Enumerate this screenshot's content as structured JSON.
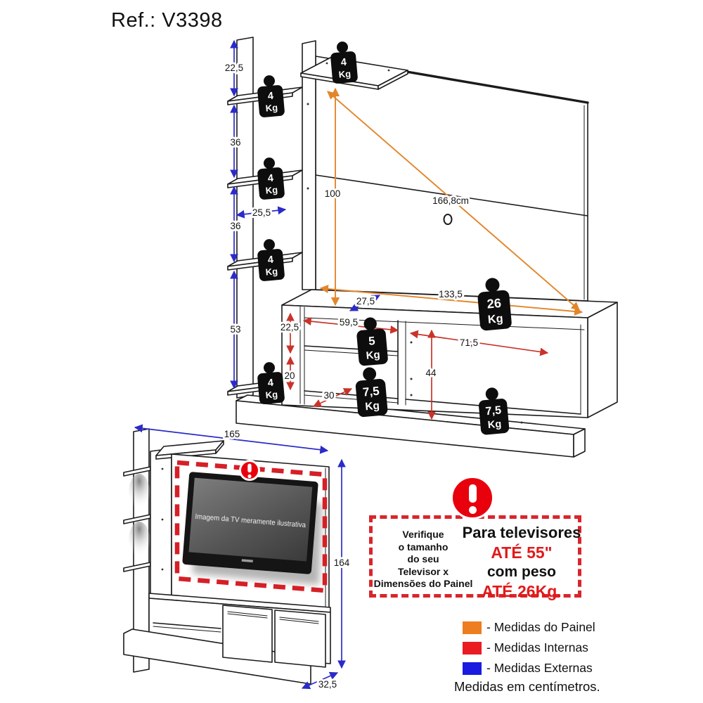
{
  "title": "Ref.: V3398",
  "colors": {
    "external_blue": "#2b2bc8",
    "internal_red": "#c8332a",
    "panel_orange": "#e2862b",
    "warning_red": "#e8000d",
    "legend_orange": "#ed7d1f",
    "legend_red": "#eb1b22",
    "legend_blue": "#1a1ae0"
  },
  "main_view": {
    "external_dims": {
      "top": "22,5",
      "upper_gap": "36",
      "middle_gap": "36",
      "lower_gap": "53",
      "shelf_width": "25,5",
      "top_depth": "27,5"
    },
    "panel_dims": {
      "height": "100",
      "diagonal": "166,8cm",
      "width": "133,5"
    },
    "internal_dims": {
      "shelf_height": "22,5",
      "shelf_width": "59,5",
      "lower_height": "20",
      "lower_depth": "30",
      "right_height": "44",
      "right_width": "71,5"
    },
    "weights": [
      {
        "value": "4",
        "unit": "Kg"
      },
      {
        "value": "4",
        "unit": "Kg"
      },
      {
        "value": "4",
        "unit": "Kg"
      },
      {
        "value": "4",
        "unit": "Kg"
      },
      {
        "value": "4",
        "unit": "Kg"
      },
      {
        "value": "26",
        "unit": "Kg"
      },
      {
        "value": "5",
        "unit": "Kg"
      },
      {
        "value": "7,5",
        "unit": "Kg"
      },
      {
        "value": "7,5",
        "unit": "Kg"
      }
    ]
  },
  "front_view": {
    "width": "165",
    "height": "164",
    "depth": "32,5",
    "tv_caption": "Imagem da TV meramente ilustrativa"
  },
  "warning_box": {
    "left_lines": [
      "Verifique",
      "o tamanho",
      "do seu",
      "Televisor x",
      "Dimensões do Painel"
    ],
    "right_line1": "Para televisores",
    "right_line2": "ATÉ 55\"",
    "right_line3": "com peso",
    "right_line4": "ATÉ 26Kg."
  },
  "legend": {
    "items": [
      {
        "color": "#ed7d1f",
        "label": "- Medidas do Painel"
      },
      {
        "color": "#eb1b22",
        "label": "- Medidas Internas"
      },
      {
        "color": "#1a1ae0",
        "label": "- Medidas Externas"
      }
    ],
    "note": "Medidas em centímetros."
  }
}
